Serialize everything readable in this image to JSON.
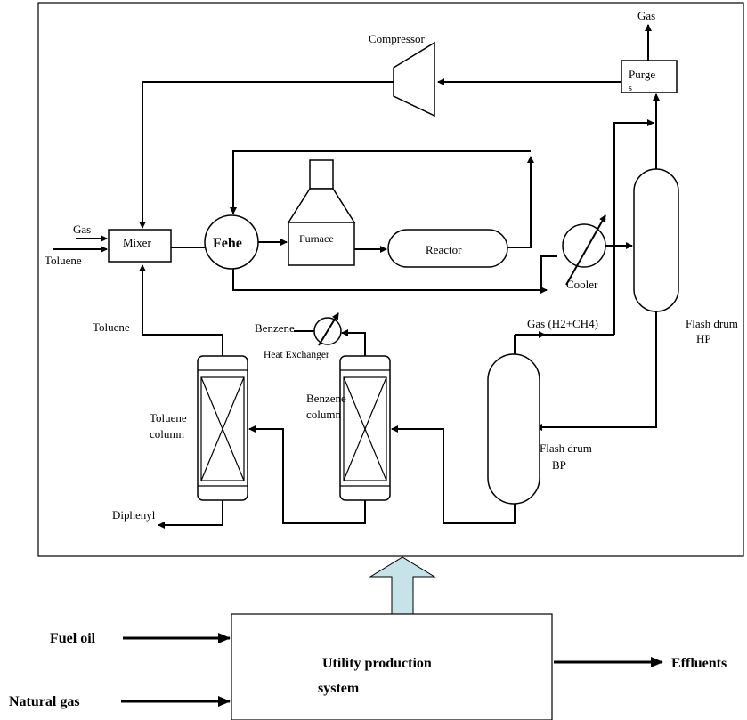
{
  "process": {
    "gas_top": "Gas",
    "compressor": "Compressor",
    "purge": "Purge",
    "purge_suffix": "s",
    "gas_in": "Gas",
    "toluene_in": "Toluene",
    "mixer": "Mixer",
    "fehe": "Fehe",
    "furnace": "Furnace",
    "reactor": "Reactor",
    "cooler": "Cooler",
    "flash_hp_1": "Flash drum",
    "flash_hp_2": "HP",
    "toluene_recycle": "Toluene",
    "benzene_out": "Benzene",
    "heat_exchanger": "Heat Exchanger",
    "gas_h2_ch4": "Gas (H2+CH4)",
    "toluene_col_1": "Toluene",
    "toluene_col_2": "column",
    "benzene_col_1": "Benzene",
    "benzene_col_2": "column",
    "flash_bp_1": "Flash drum",
    "flash_bp_2": "BP",
    "diphenyl": "Diphenyl"
  },
  "utility": {
    "box_line1": "Utility production",
    "box_line2": "system",
    "fuel_oil": "Fuel oil",
    "natural_gas": "Natural gas",
    "effluents": "Effluents"
  },
  "colors": {
    "big_arrow_fill": "#c5e3e8",
    "line": "#000000"
  }
}
